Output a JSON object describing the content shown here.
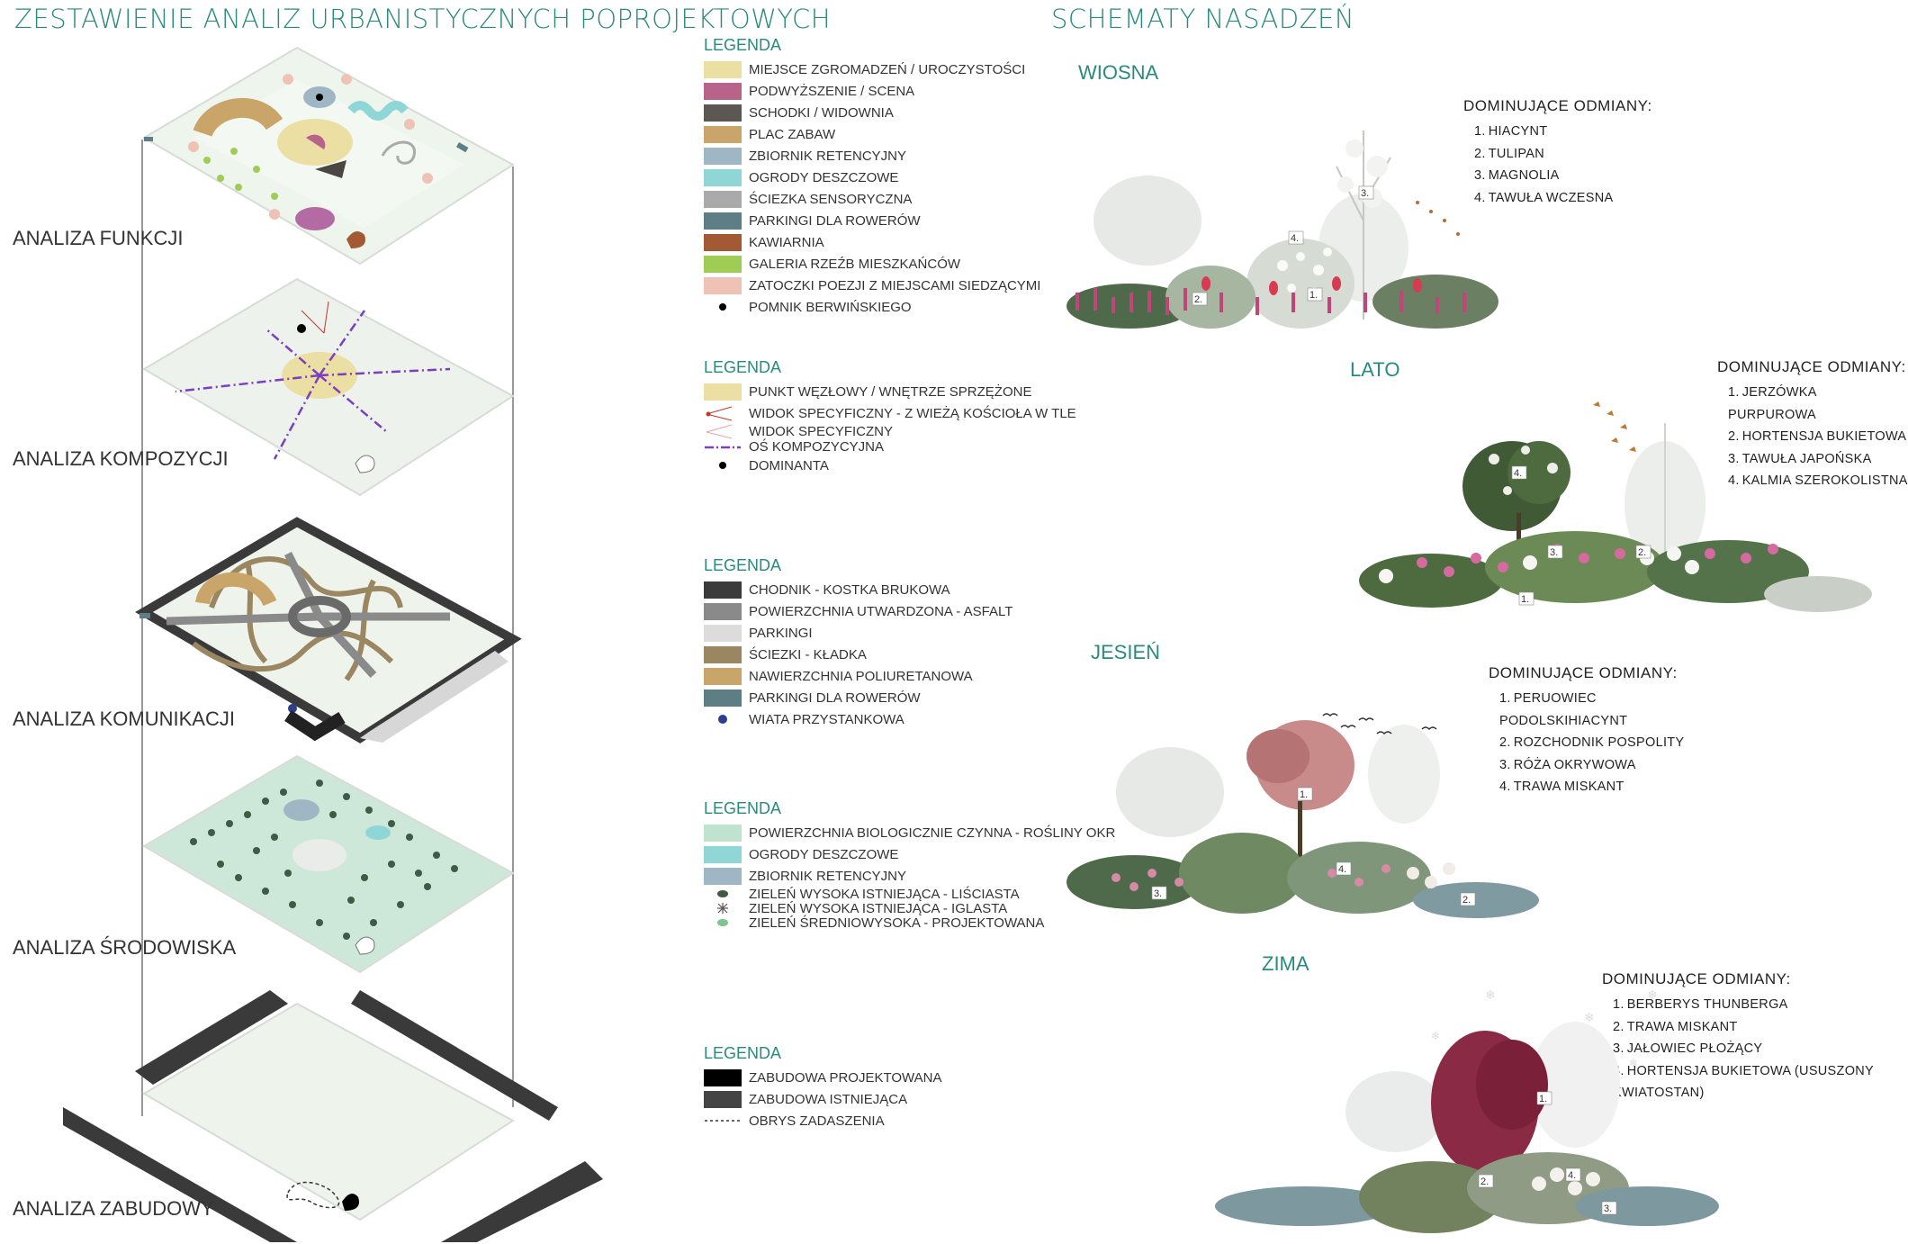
{
  "main_title": "ZESTAWIENIE ANALIZ URBANISTYCZNYCH POPROJEKTOWYCH",
  "right_title": "SCHEMATY NASADZEŃ",
  "layers": [
    {
      "label": "ANALIZA FUNKCJI"
    },
    {
      "label": "ANALIZA KOMPOZYCJI"
    },
    {
      "label": "ANALIZA KOMUNIKACJI"
    },
    {
      "label": "ANALIZA ŚRODOWISKA"
    },
    {
      "label": "ANALIZA ZABUDOWY"
    }
  ],
  "legends": [
    {
      "head": "LEGENDA",
      "items": [
        {
          "label": "MIEJSCE ZGROMADZEŃ / UROCZYSTOŚCI",
          "color": "#ecdfa3",
          "kind": "swatch"
        },
        {
          "label": "PODWYŻSZENIE / SCENA",
          "color": "#b8648a",
          "kind": "swatch"
        },
        {
          "label": "SCHODKI / WIDOWNIA",
          "color": "#5c5752",
          "kind": "swatch"
        },
        {
          "label": "PLAC ZABAW",
          "color": "#c9a56a",
          "kind": "swatch"
        },
        {
          "label": "ZBIORNIK RETENCYJNY",
          "color": "#9fb6c4",
          "kind": "swatch"
        },
        {
          "label": "OGRODY DESZCZOWE",
          "color": "#8fd6d6",
          "kind": "swatch"
        },
        {
          "label": "ŚCIEZKA SENSORYCZNA",
          "color": "#aaaaaa",
          "kind": "swatch"
        },
        {
          "label": "PARKINGI DLA ROWERÓW",
          "color": "#5e7e86",
          "kind": "swatch"
        },
        {
          "label": "KAWIARNIA",
          "color": "#a35a34",
          "kind": "swatch"
        },
        {
          "label": "GALERIA RZEŹB MIESZKAŃCÓW",
          "color": "#9fcc55",
          "kind": "swatch"
        },
        {
          "label": "ZATOCZKI POEZJI Z MIEJSCAMI SIEDZĄCYMI",
          "color": "#eec2b5",
          "kind": "swatch"
        },
        {
          "label": "POMNIK BERWIŃSKIEGO",
          "color": "#000000",
          "kind": "dot"
        }
      ]
    },
    {
      "head": "LEGENDA",
      "items": [
        {
          "label": "PUNKT WĘZŁOWY / WNĘTRZE SPRZĘŻONE",
          "color": "#ecdfa3",
          "kind": "swatch"
        },
        {
          "label": "WIDOK SPECYFICZNY - Z WIEŻĄ KOŚCIOŁA W TLE",
          "color": "#c0392b",
          "kind": "view-red"
        },
        {
          "label": "WIDOK SPECYFICZNY",
          "color": "#e8a3a3",
          "kind": "view-pink"
        },
        {
          "label": "OŚ KOMPOZYCYJNA",
          "color": "#7b3fbf",
          "kind": "axis"
        },
        {
          "label": "DOMINANTA",
          "color": "#000000",
          "kind": "dot"
        }
      ]
    },
    {
      "head": "LEGENDA",
      "items": [
        {
          "label": "CHODNIK - KOSTKA BRUKOWA",
          "color": "#3b3b3b",
          "kind": "swatch"
        },
        {
          "label": "POWIERZCHNIA UTWARDZONA - ASFALT",
          "color": "#8a8a8a",
          "kind": "swatch"
        },
        {
          "label": "PARKINGI",
          "color": "#dcdcdc",
          "kind": "swatch"
        },
        {
          "label": "ŚCIEZKI - KŁADKA",
          "color": "#9a8660",
          "kind": "swatch"
        },
        {
          "label": "NAWIERZCHNIA POLIURETANOWA",
          "color": "#c9a56a",
          "kind": "swatch"
        },
        {
          "label": "PARKINGI DLA ROWERÓW",
          "color": "#5e7e86",
          "kind": "swatch"
        },
        {
          "label": "WIATA PRZYSTANKOWA",
          "color": "#2c3e8f",
          "kind": "dot"
        }
      ]
    },
    {
      "head": "LEGENDA",
      "items": [
        {
          "label": "POWIERZCHNIA BIOLOGICZNIE CZYNNA - ROŚLINY OKR",
          "color": "#bfe3cf",
          "kind": "swatch"
        },
        {
          "label": "OGRODY DESZCZOWE",
          "color": "#8fd6d6",
          "kind": "swatch"
        },
        {
          "label": "ZBIORNIK RETENCYJNY",
          "color": "#9fb6c4",
          "kind": "swatch"
        },
        {
          "label": "ZIELEŃ WYSOKA ISTNIEJĄCA - LIŚCIASTA",
          "color": "#3f5b45",
          "kind": "tree-dark"
        },
        {
          "label": "ZIELEŃ WYSOKA ISTNIEJĄCA - IGLASTA",
          "color": "#555555",
          "kind": "tree-star"
        },
        {
          "label": "ZIELEŃ ŚREDNIOWYSOKA - PROJEKTOWANA",
          "color": "#7ec48f",
          "kind": "tree-light"
        }
      ]
    },
    {
      "head": "LEGENDA",
      "items": [
        {
          "label": "ZABUDOWA PROJEKTOWANA",
          "color": "#000000",
          "kind": "swatch"
        },
        {
          "label": "ZABUDOWA ISTNIEJĄCA",
          "color": "#444444",
          "kind": "swatch"
        },
        {
          "label": "OBRYS ZADASZENIA",
          "color": "#333333",
          "kind": "dashed"
        }
      ]
    }
  ],
  "seasons": [
    {
      "name": "WIOSNA",
      "varieties_head": "DOMINUJĄCE ODMIANY:",
      "varieties": [
        "HIACYNT",
        "TULIPAN",
        "MAGNOLIA",
        "TAWUŁA WCZESNA"
      ],
      "markers": [
        "1.",
        "2.",
        "3.",
        "4."
      ],
      "accent": "#c2457a"
    },
    {
      "name": "LATO",
      "varieties_head": "DOMINUJĄCE ODMIANY:",
      "varieties": [
        "JERZÓWKA PURPUROWA",
        "HORTENSJA BUKIETOWA",
        "TAWUŁA JAPOŃSKA",
        "KALMIA SZEROKOLISTNA"
      ],
      "markers": [
        "1.",
        "2.",
        "3.",
        "4."
      ],
      "accent": "#d46aa0"
    },
    {
      "name": "JESIEŃ",
      "varieties_head": "DOMINUJĄCE ODMIANY:",
      "varieties": [
        "PERUOWIEC PODOLSKIHIACYNT",
        "ROZCHODNIK POSPOLITY",
        "RÓŻA OKRYWOWA",
        "TRAWA MISKANT"
      ],
      "markers": [
        "1.",
        "2.",
        "3.",
        "4."
      ],
      "accent": "#c98a8a"
    },
    {
      "name": "ZIMA",
      "varieties_head": "DOMINUJĄCE ODMIANY:",
      "varieties": [
        "BERBERYS THUNBERGA",
        "TRAWA MISKANT",
        "JAŁOWIEC PŁOŻĄCY",
        "HORTENSJA BUKIETOWA (USUSZONY KWIATOSTAN)"
      ],
      "markers": [
        "1.",
        "2.",
        "3.",
        "4."
      ],
      "accent": "#8a2a45"
    }
  ]
}
